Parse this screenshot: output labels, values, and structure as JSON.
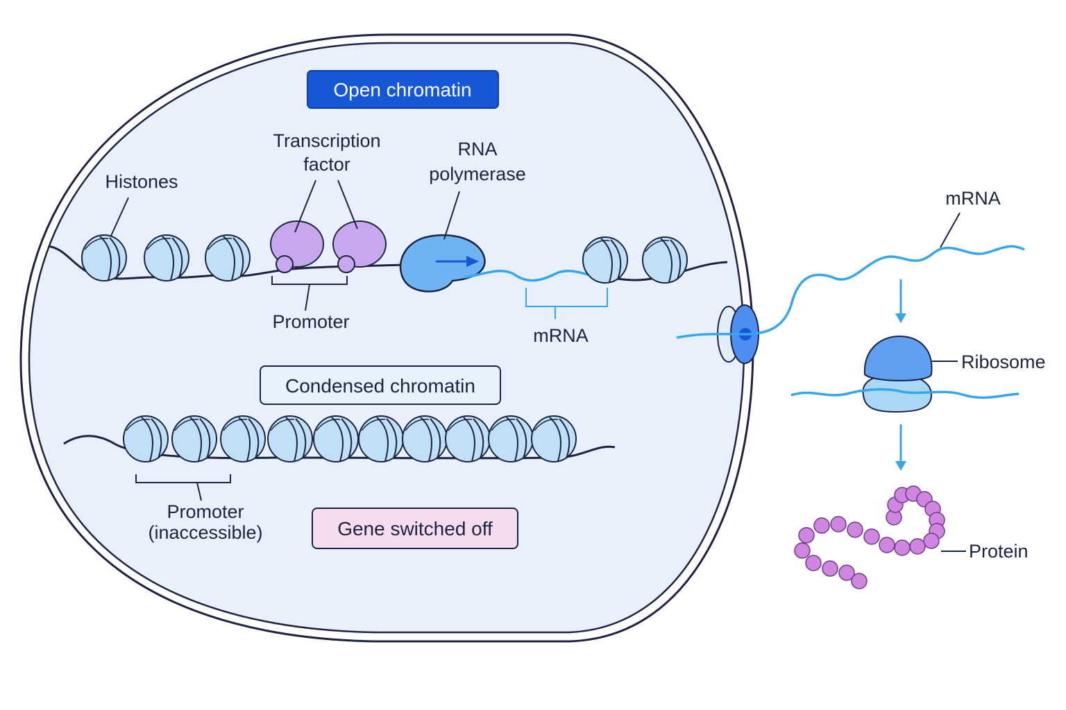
{
  "colors": {
    "nucleus_fill": "#e8f1fb",
    "outline": "#1b2340",
    "histone": "#bfe0f7",
    "histone_dark": "#8cc8ef",
    "transcription_factor": "#c9a7ee",
    "polymerase": "#6fb4f2",
    "mrna": "#34a7ea",
    "open_box": "#1557d6",
    "condensed_box": "#e7f2fc",
    "off_box": "#f6dcef",
    "protein": "#cf86e0",
    "ribosome_top": "#5f9ff2",
    "ribosome_bottom": "#a9d7f6"
  },
  "labels": {
    "open_chromatin": "Open chromatin",
    "histones": "Histones",
    "transcription_factor_line1": "Transcription",
    "transcription_factor_line2": "factor",
    "rna_polymerase_line1": "RNA",
    "rna_polymerase_line2": "polymerase",
    "promoter": "Promoter",
    "mrna_nucleus": "mRNA",
    "condensed_chromatin": "Condensed chromatin",
    "promoter_inaccessible_line1": "Promoter",
    "promoter_inaccessible_line2": "(inaccessible)",
    "gene_switched_off": "Gene switched off",
    "mrna_cytoplasm": "mRNA",
    "ribosome": "Ribosome",
    "protein": "Protein"
  }
}
